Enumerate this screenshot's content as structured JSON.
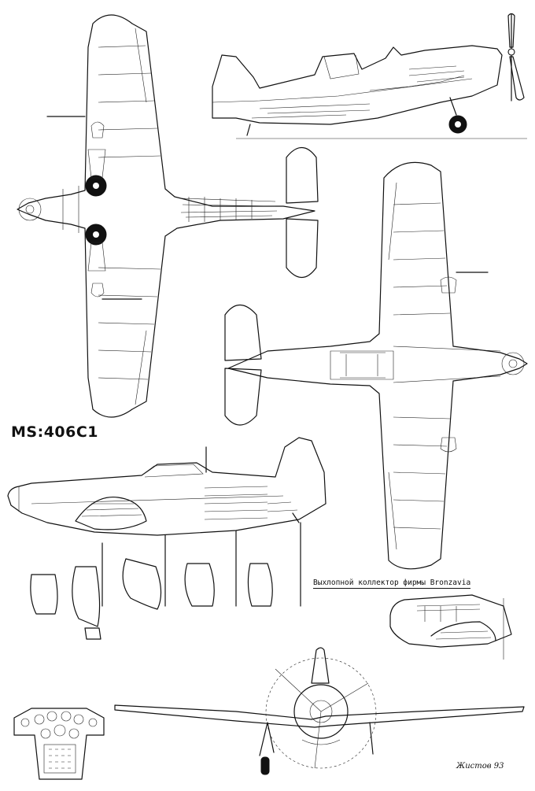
{
  "drawing": {
    "designation": "MS:406C1",
    "exhaust_caption": "Выхлопной коллектор фирмы Bronzavia",
    "signature": "Жистов 93",
    "views": [
      "side-view-top",
      "plan-view-from-below",
      "plan-view-from-above",
      "side-view-profile",
      "fuselage-cross-sections",
      "exhaust-detail",
      "front-view",
      "instrument-panel"
    ]
  }
}
